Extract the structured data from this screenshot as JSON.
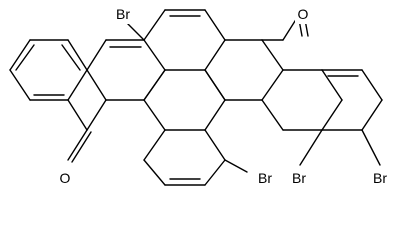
{
  "molecule": {
    "atom_labels": {
      "br_top": "Br",
      "o_right": "O",
      "o_left": "O",
      "br_center": "Br",
      "br_bottom_mid": "Br",
      "br_bottom_right": "Br"
    },
    "bond_color": "#000000",
    "background": "#ffffff"
  }
}
